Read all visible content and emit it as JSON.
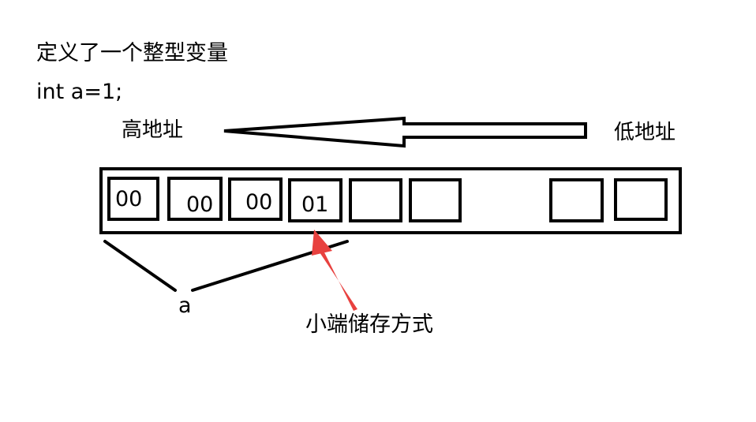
{
  "heading": "定义了一个整型变量",
  "code_line": "int a=1;",
  "labels": {
    "high_address": "高地址",
    "low_address": "低地址",
    "variable": "a",
    "storage_mode": "小端储存方式"
  },
  "cells": [
    {
      "text": "00"
    },
    {
      "text": "00"
    },
    {
      "text": "00"
    },
    {
      "text": "01"
    },
    {
      "text": ""
    },
    {
      "text": ""
    },
    {
      "text": ""
    },
    {
      "text": ""
    }
  ],
  "colors": {
    "ink": "#000000",
    "pointer_arrow": "#e8413f",
    "background": "#ffffff"
  },
  "icons": {
    "direction_arrow": "left-arrow-icon",
    "pointer_arrow": "up-arrow-icon"
  }
}
